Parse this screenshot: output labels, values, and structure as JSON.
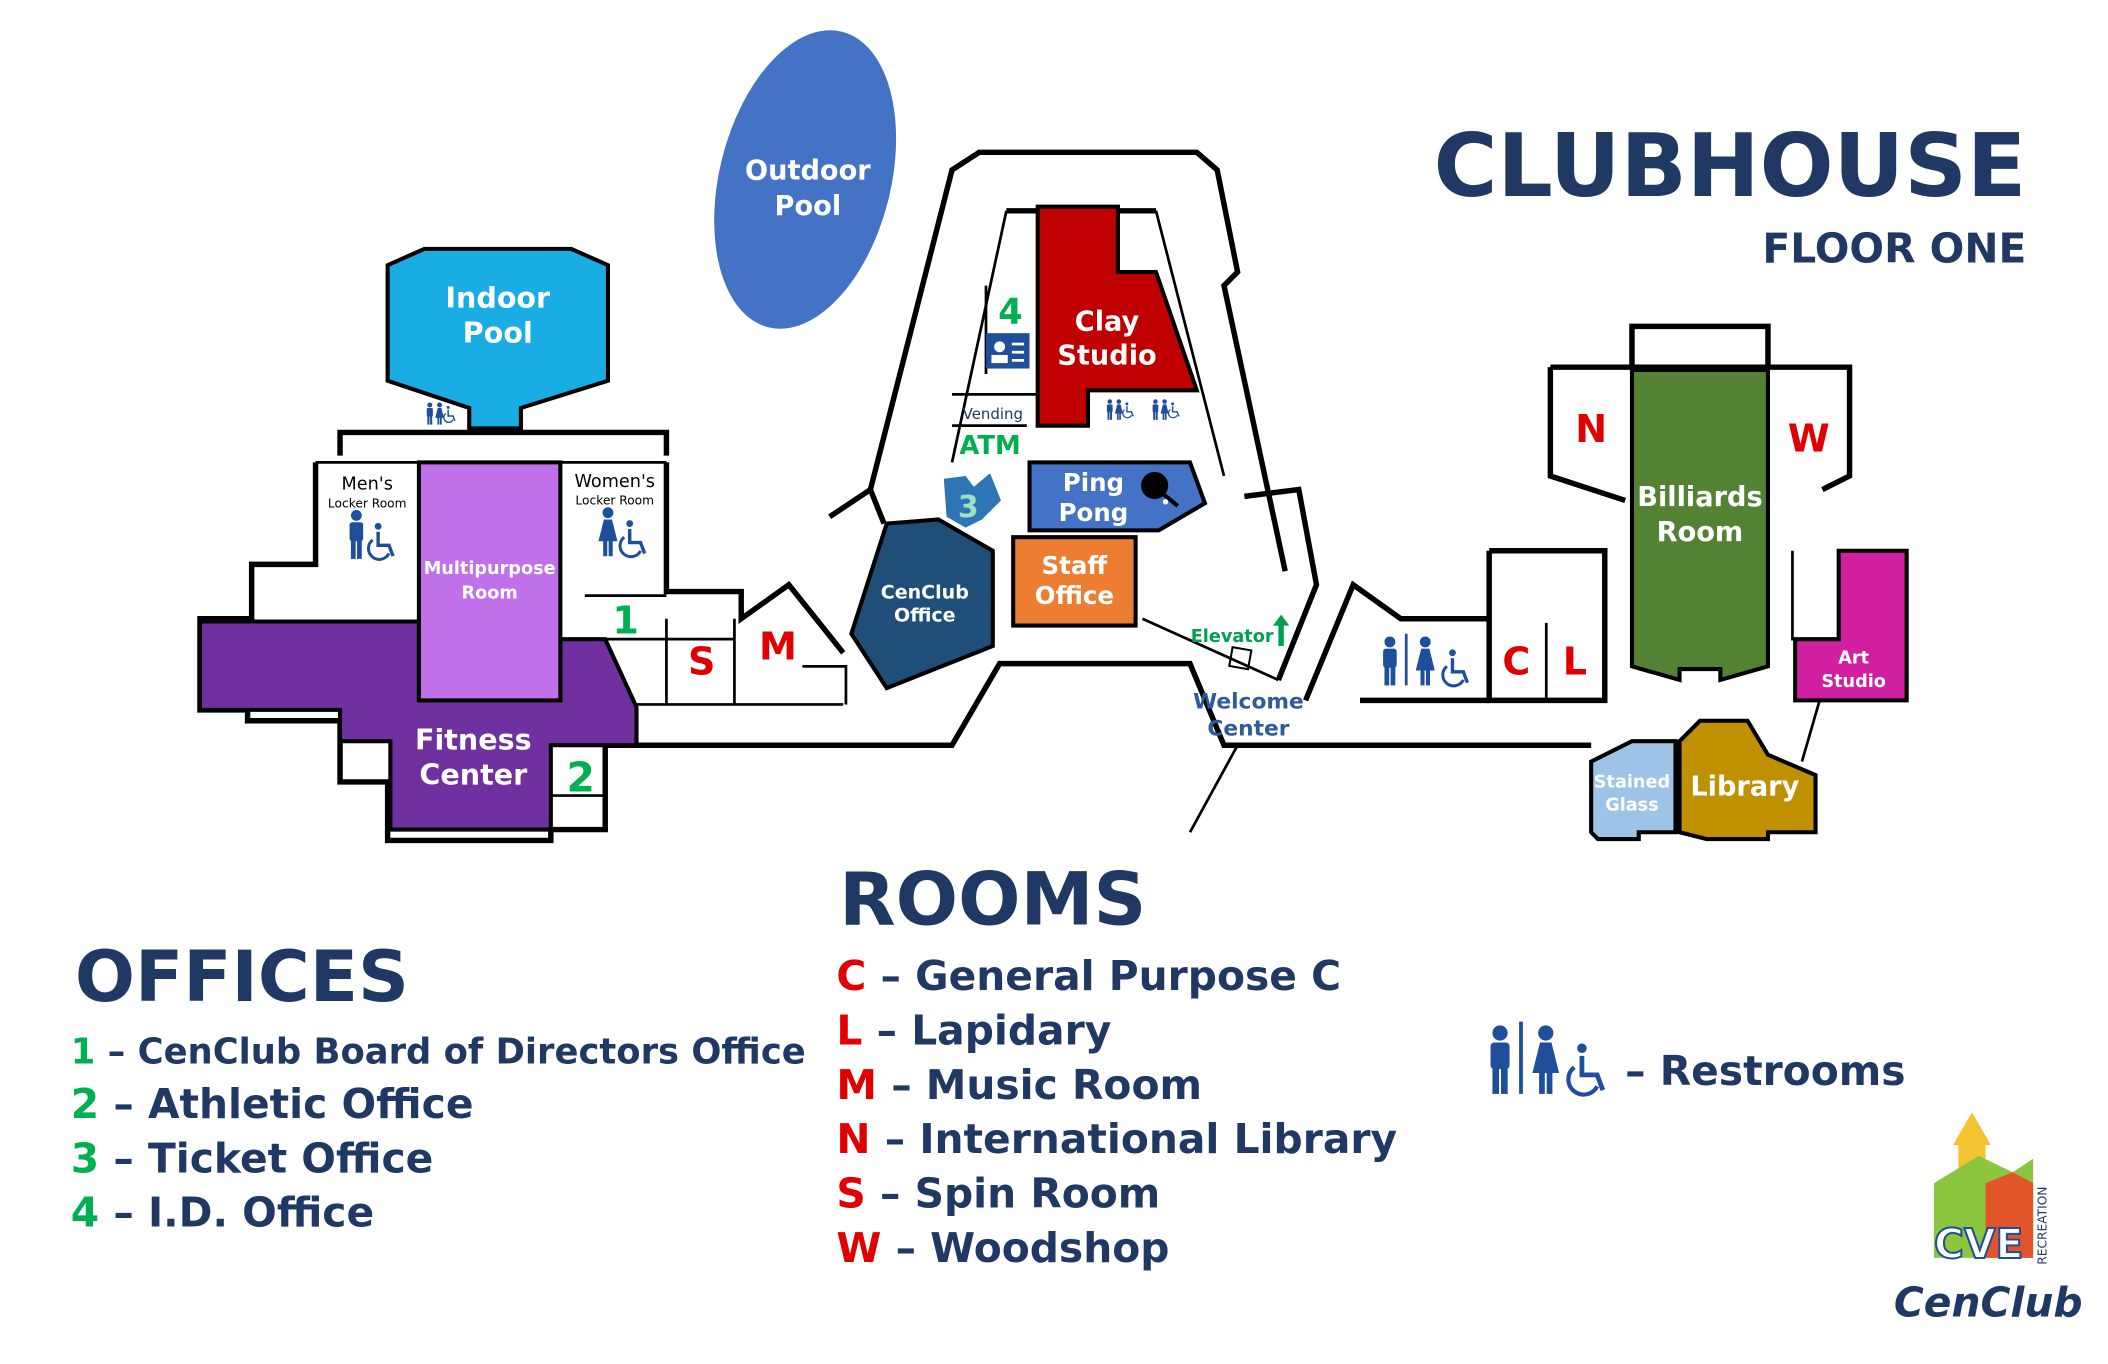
{
  "title": {
    "main": "CLUBHOUSE",
    "sub": "FLOOR ONE"
  },
  "colors": {
    "navy": "#1F3864",
    "office_number": "#00B050",
    "room_letter": "#E00000"
  },
  "map": {
    "outdoor_pool": [
      "Outdoor",
      "Pool"
    ],
    "indoor_pool": [
      "Indoor",
      "Pool"
    ],
    "multipurpose": [
      "Multipurpose",
      "Room"
    ],
    "fitness": [
      "Fitness",
      "Center"
    ],
    "mens_locker": [
      "Men's",
      "Locker Room"
    ],
    "womens_locker": [
      "Women's",
      "Locker Room"
    ],
    "clay": [
      "Clay",
      "Studio"
    ],
    "ping_pong": [
      "Ping",
      "Pong"
    ],
    "staff": [
      "Staff",
      "Office"
    ],
    "cenclub_office": [
      "CenClub",
      "Office"
    ],
    "vending": "Vending",
    "atm": "ATM",
    "elevator": "Elevator",
    "welcome": [
      "Welcome",
      "Center"
    ],
    "billiards": [
      "Billiards",
      "Room"
    ],
    "art": [
      "Art",
      "Studio"
    ],
    "stained": [
      "Stained",
      "Glass"
    ],
    "library": "Library",
    "markers": {
      "one": "1",
      "two": "2",
      "three": "3",
      "four": "4",
      "S": "S",
      "M": "M",
      "N": "N",
      "W": "W",
      "C": "C",
      "L": "L"
    }
  },
  "offices": {
    "heading": "OFFICES",
    "items": [
      {
        "key": "1",
        "label": " – CenClub Board of Directors Office"
      },
      {
        "key": "2",
        "label": " – Athletic Office"
      },
      {
        "key": "3",
        "label": " – Ticket Office"
      },
      {
        "key": "4",
        "label": " – I.D. Office"
      }
    ]
  },
  "rooms": {
    "heading": "ROOMS",
    "items": [
      {
        "key": "C",
        "label": " – General Purpose C"
      },
      {
        "key": "L",
        "label": " – Lapidary"
      },
      {
        "key": "M",
        "label": " – Music Room"
      },
      {
        "key": "N",
        "label": " – International Library"
      },
      {
        "key": "S",
        "label": " – Spin Room"
      },
      {
        "key": "W",
        "label": " – Woodshop"
      }
    ]
  },
  "restrooms": {
    "label": "– Restrooms"
  },
  "logo": {
    "cve": "CVE",
    "recreation": "RECREATION",
    "cenclub": "CenClub"
  }
}
